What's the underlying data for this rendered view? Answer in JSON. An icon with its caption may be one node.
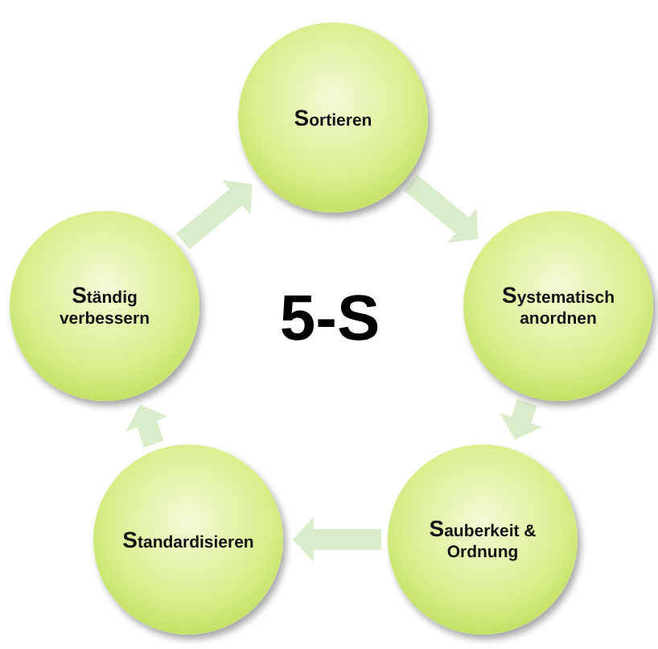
{
  "diagram": {
    "title": "5-S",
    "nodes": [
      {
        "text": [
          "Sortieren"
        ]
      },
      {
        "text": [
          "Systematisch anordnen"
        ]
      },
      {
        "text": [
          "Sauberkeit & Ordnung"
        ]
      },
      {
        "text": [
          "Standardisieren"
        ]
      },
      {
        "text": [
          "Ständig verbessern"
        ]
      }
    ],
    "edges": [
      {
        "from": 0,
        "to": 1,
        "arrow": "to"
      },
      {
        "from": 1,
        "to": 2,
        "arrow": "to"
      },
      {
        "from": 2,
        "to": 3,
        "arrow": "to"
      },
      {
        "from": 3,
        "to": 4,
        "arrow": "to"
      },
      {
        "from": 4,
        "to": 0,
        "arrow": "to"
      }
    ]
  }
}
